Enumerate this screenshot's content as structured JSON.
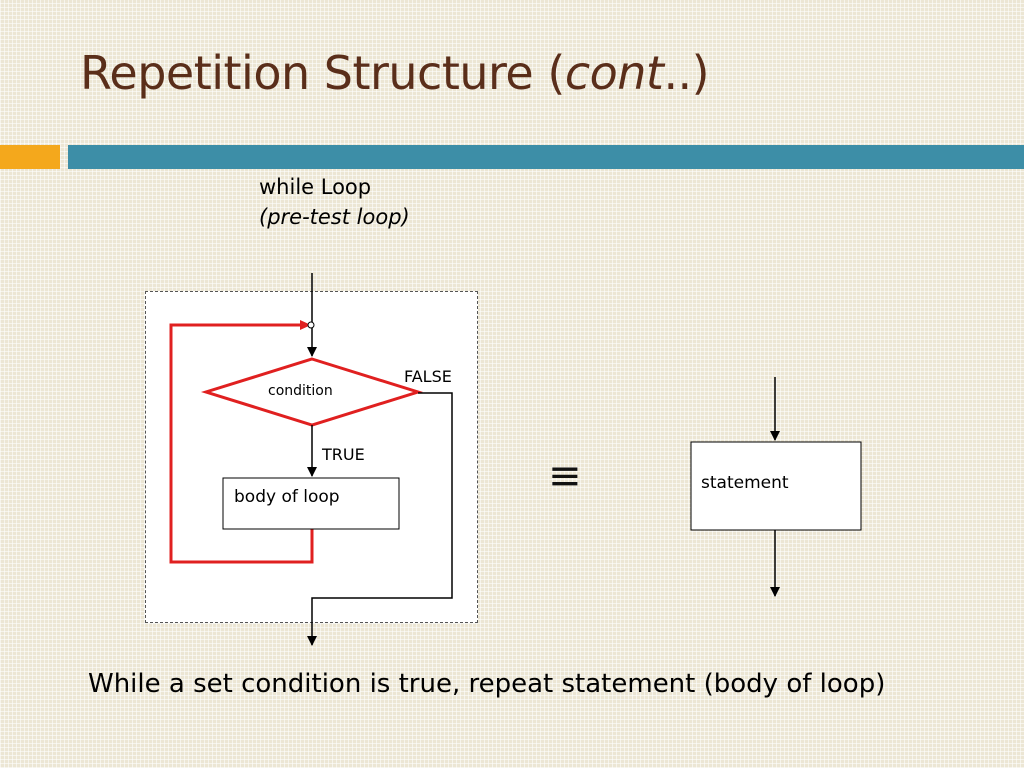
{
  "slide": {
    "title_main": "Repetition Structure (",
    "title_italic": "cont",
    "title_end": "..)"
  },
  "heading": {
    "line1": "while Loop",
    "line2": "(pre-test loop)"
  },
  "flowchart": {
    "condition_label": "condition",
    "false_label": "FALSE",
    "true_label": "TRUE",
    "body_label": "body of loop",
    "loop_color": "#e02020"
  },
  "equivalence": {
    "symbol": "≡",
    "statement_label": "statement"
  },
  "description": "While a set condition is true, repeat statement (body of loop)",
  "colors": {
    "background": "#ece6d4",
    "title": "#5a2e1a",
    "accent_orange": "#f4a81c",
    "accent_teal": "#3d8ea7"
  }
}
